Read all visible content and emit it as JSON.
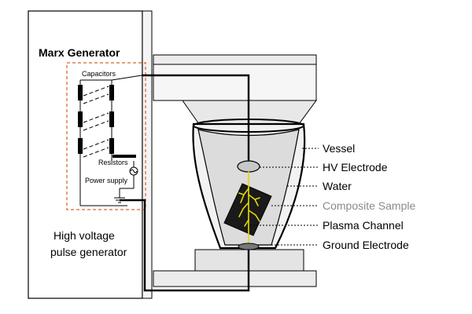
{
  "generator": {
    "title": "Marx Generator",
    "capacitors_label": "Capacitors",
    "resistors_label": "Resistors",
    "power_supply_label": "Power supply",
    "caption_line1": "High voltage",
    "caption_line2": "pulse generator"
  },
  "callouts": {
    "vessel": "Vessel",
    "hv_electrode": "HV Electrode",
    "water": "Water",
    "composite_sample": "Composite Sample",
    "plasma_channel": "Plasma Channel",
    "ground_electrode": "Ground Electrode"
  },
  "colors": {
    "dashed_box": "#d9602a",
    "plasma": "#e6d800",
    "water": "#dcdcdc",
    "sample_label": "#8a8a8a",
    "structure": "#e8e8e8"
  }
}
